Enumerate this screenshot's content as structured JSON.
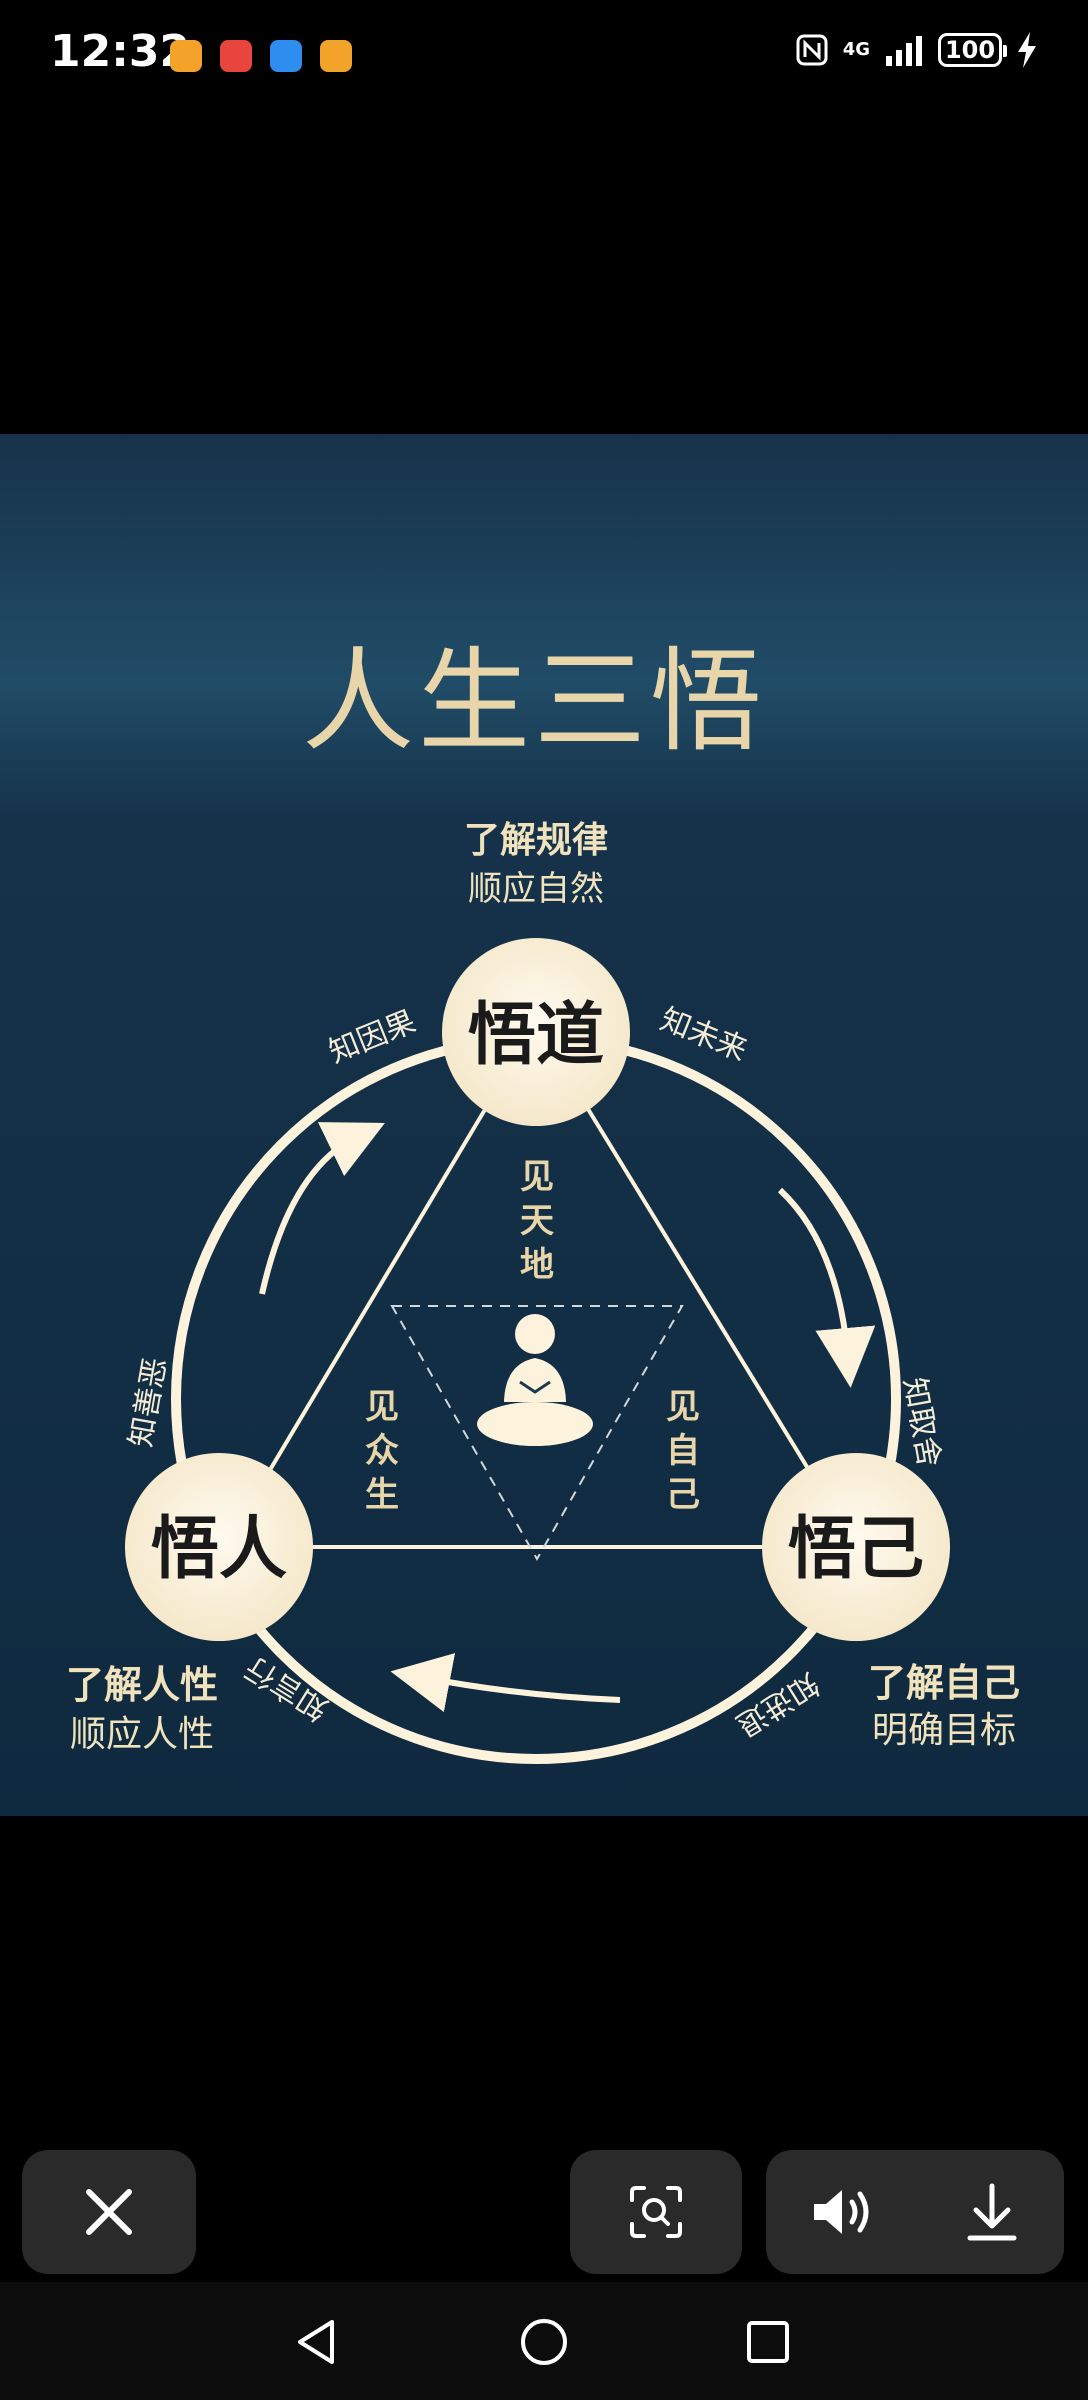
{
  "status_bar": {
    "time": "12:32",
    "network": "4G",
    "battery": "100",
    "icons": [
      "app-badge-icon",
      "huawei-app-icon",
      "weather-icon",
      "app-badge-icon",
      "nfc-icon",
      "signal-icon",
      "charging-icon"
    ]
  },
  "image": {
    "title": "人生三悟",
    "top_caption": {
      "line1": "了解规律",
      "line2": "顺应自然"
    },
    "nodes": {
      "top": "悟道",
      "left": "悟人",
      "right": "悟己"
    },
    "arc_labels": {
      "top_left": "知因果",
      "top_right": "知未来",
      "left": "知善恶",
      "right": "知取舍",
      "bottom_left": "知言行",
      "bottom_right": "知进退"
    },
    "inner_labels": {
      "top": "见天地",
      "left": "见众生",
      "right": "见自己"
    },
    "left_caption": {
      "line1": "了解人性",
      "line2": "顺应人性"
    },
    "right_caption": {
      "line1": "了解自己",
      "line2": "明确目标"
    }
  },
  "actions": {
    "close": "close-icon",
    "scan": "visual-search-icon",
    "volume": "volume-icon",
    "download": "download-icon"
  },
  "navigation": {
    "back": "back-icon",
    "home": "home-icon",
    "recents": "recents-icon"
  },
  "colors": {
    "background": "#000000",
    "image_bg": "#1b3a50",
    "cream": "#fdf3dc",
    "gold": "#e8d6aa",
    "button_bg": "#2a2a2a"
  }
}
